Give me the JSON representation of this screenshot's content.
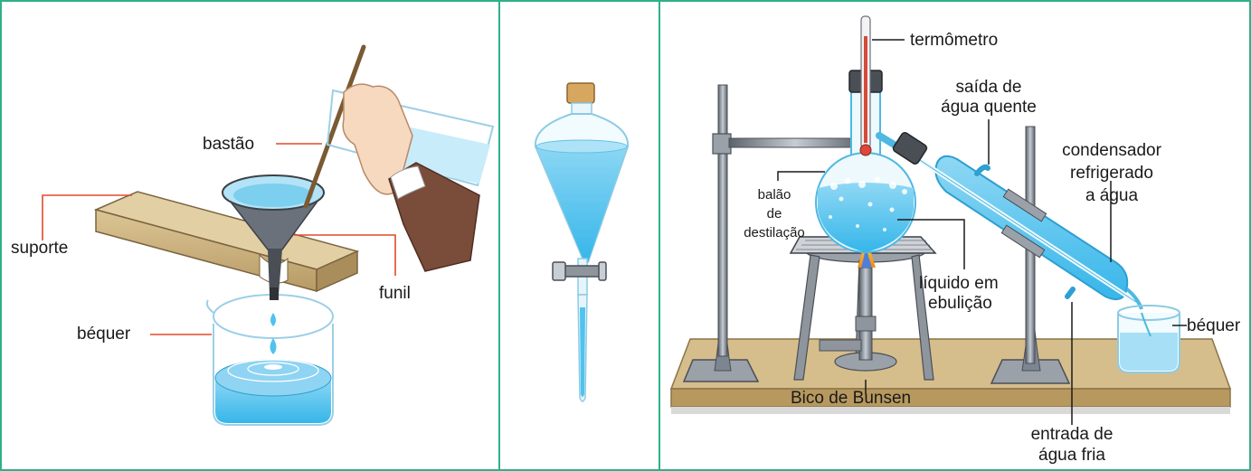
{
  "colors": {
    "panel_border": "#2fb08a",
    "leader_red": "#e04a2a",
    "leader_black": "#1a1a1a",
    "water": "#4fc3ee",
    "water_light": "#bfe9f8",
    "wood": "#cdb587",
    "metal": "#7d8590"
  },
  "panel1": {
    "labels": {
      "bastao": "bastão",
      "suporte": "suporte",
      "funil": "funil",
      "bequer": "béquer"
    }
  },
  "panel3": {
    "labels": {
      "termometro": "termômetro",
      "saida_line1": "saída de",
      "saida_line2": "água quente",
      "condensador_line1": "condensador",
      "condensador_line2": "refrigerado",
      "condensador_line3": "a água",
      "balao_line1": "balão",
      "balao_line2": "de",
      "balao_line3": "destilação",
      "liquido_line1": "líquido em",
      "liquido_line2": "ebulição",
      "bequer": "béquer",
      "bico": "Bico de Bunsen",
      "entrada_line1": "entrada de",
      "entrada_line2": "água fria"
    }
  }
}
